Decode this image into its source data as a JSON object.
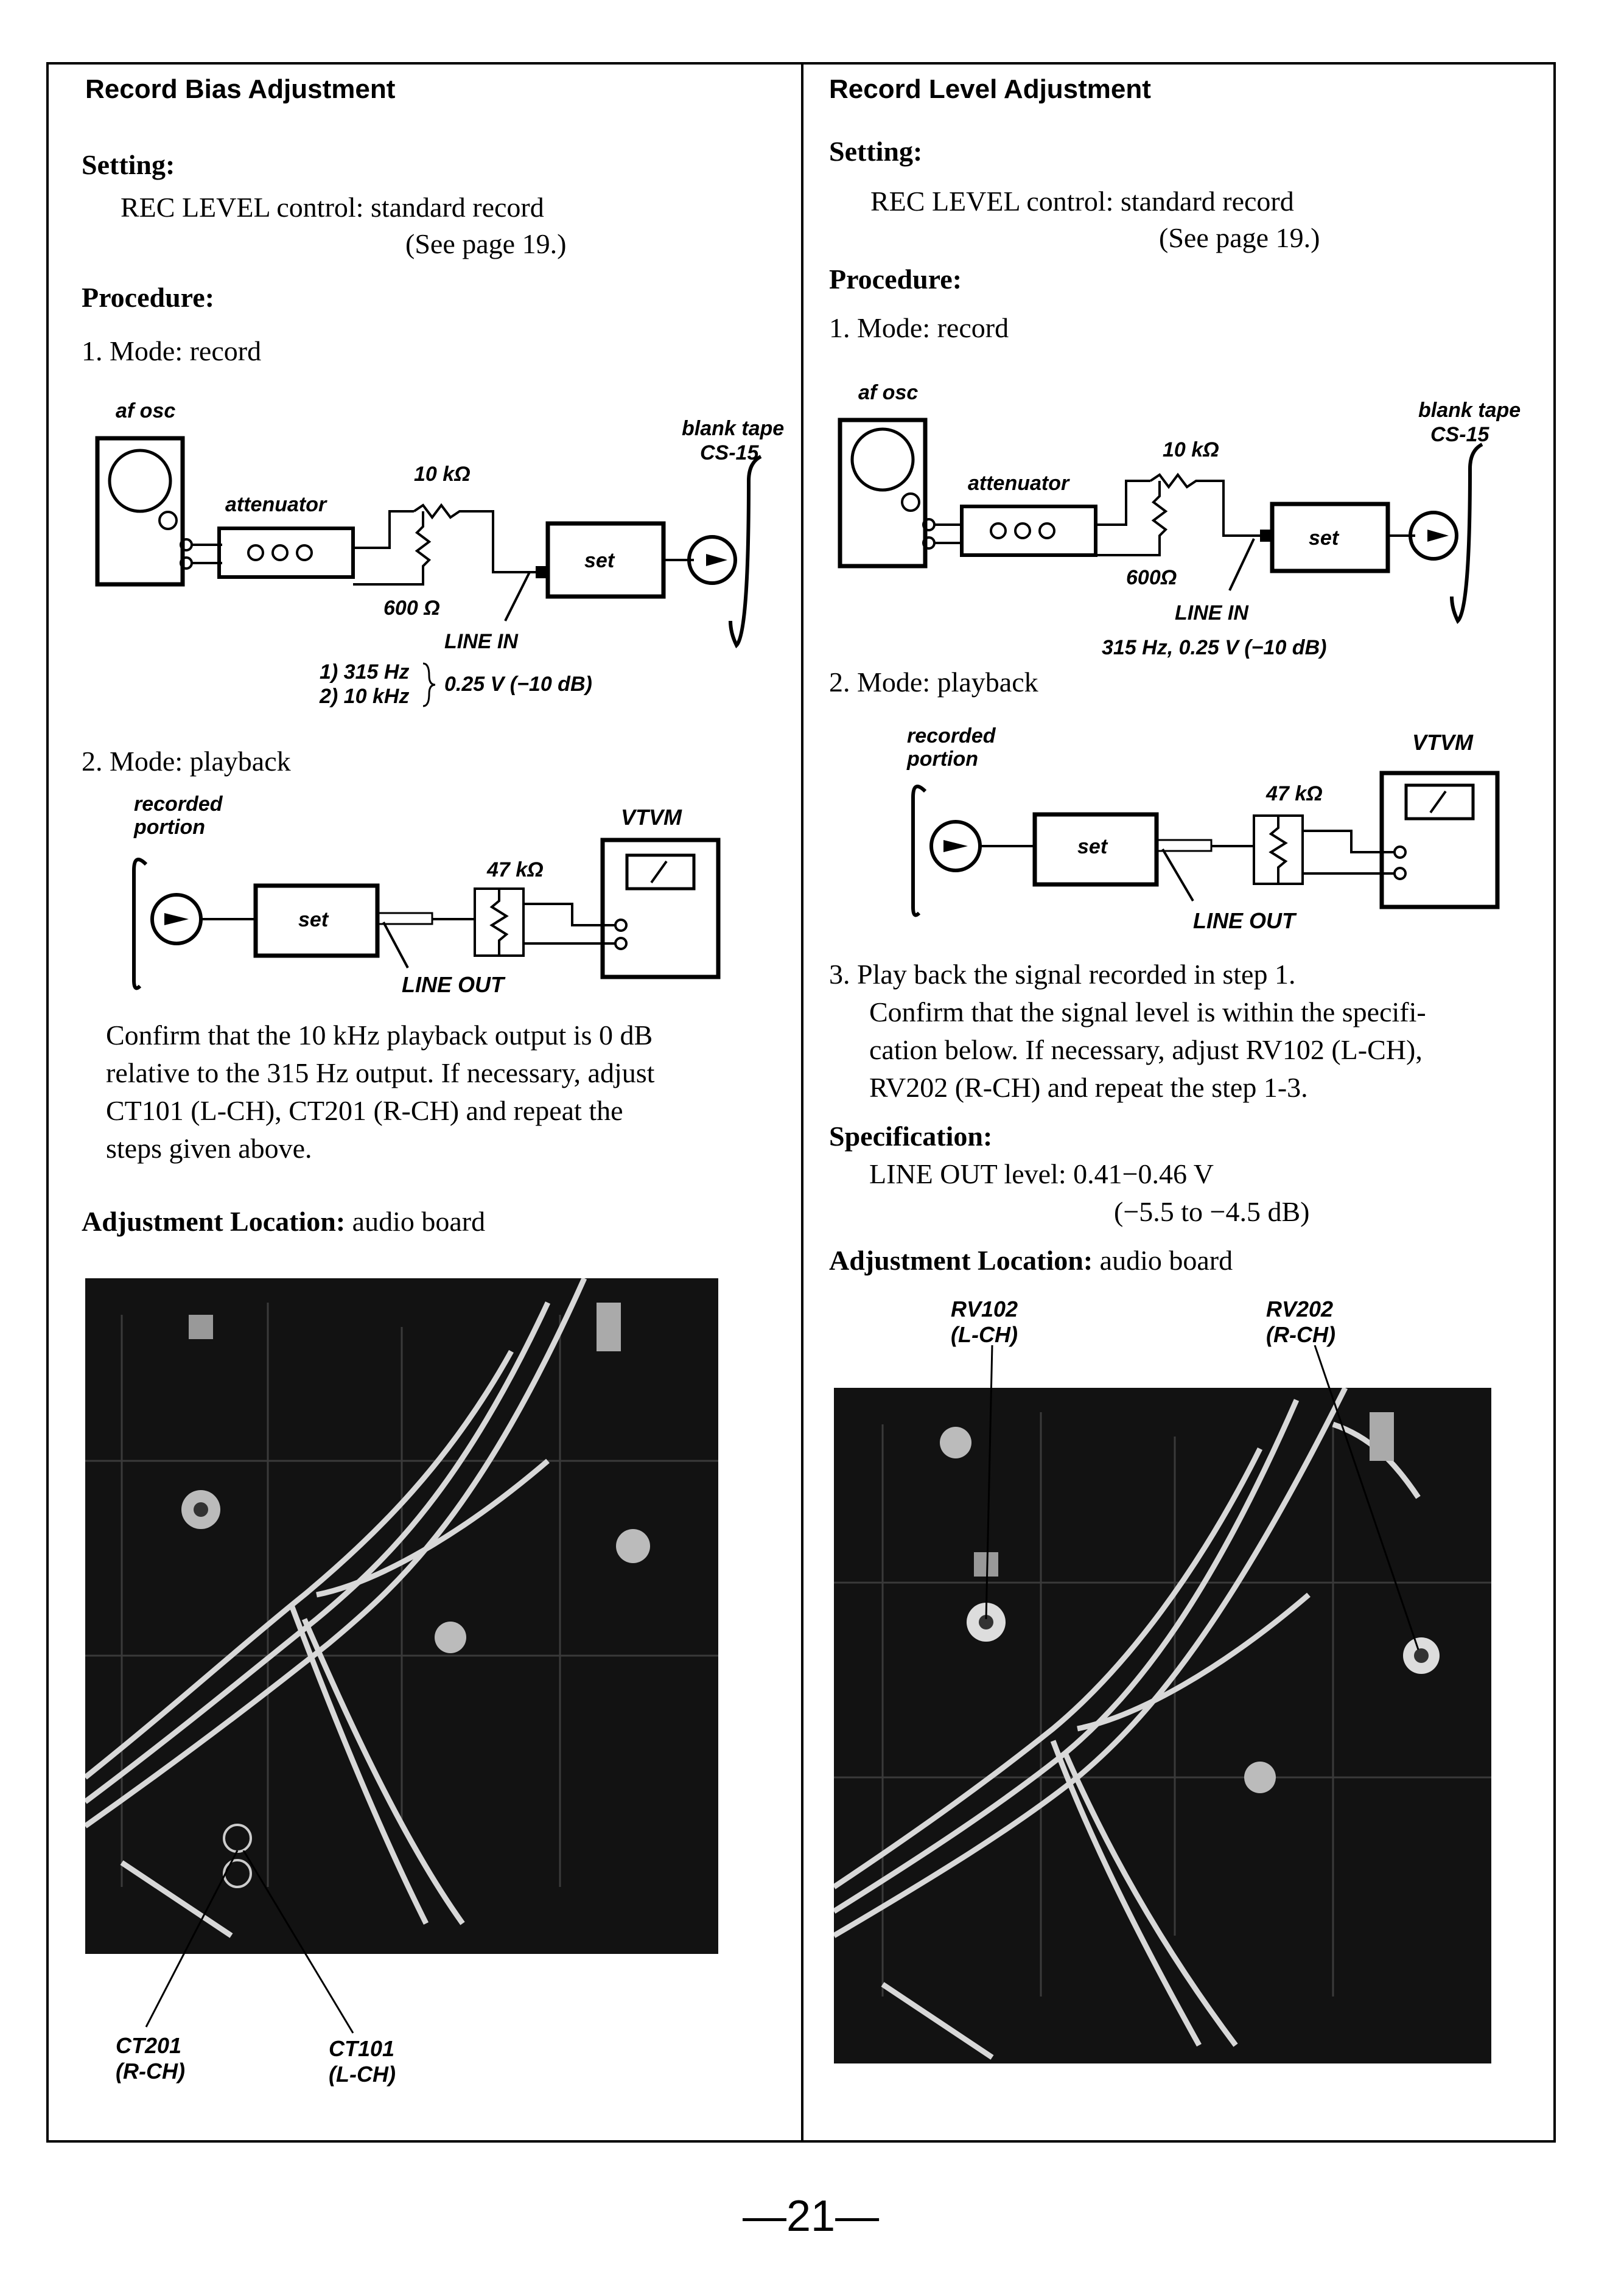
{
  "left": {
    "title": "Record Bias Adjustment",
    "setting_label": "Setting:",
    "setting_line1": "REC LEVEL control: standard record",
    "setting_line2": "(See page 19.)",
    "procedure_label": "Procedure:",
    "step1": "1. Mode: record",
    "diagram1": {
      "af_osc": "af osc",
      "attenuator": "attenuator",
      "r1": "10 kΩ",
      "r2": "600 Ω",
      "set": "set",
      "blank_tape": "blank tape",
      "cs15": "CS-15",
      "line_in": "LINE IN",
      "freq1": "1) 315 Hz",
      "freq2": "2) 10 kHz",
      "level": "0.25 V (−10 dB)"
    },
    "step2": "2. Mode: playback",
    "diagram2": {
      "recorded": "recorded",
      "portion": "portion",
      "vtvm": "VTVM",
      "r": "47 kΩ",
      "set": "set",
      "line_out": "LINE OUT"
    },
    "confirm": [
      "Confirm that the 10 kHz playback output is 0 dB",
      "relative to the 315 Hz output. If necessary, adjust",
      "CT101 (L-CH), CT201 (R-CH) and repeat the",
      "steps given above."
    ],
    "adj_label": "Adjustment Location:",
    "adj_value": "audio board",
    "ct201": "CT201",
    "ct201_ch": "(R-CH)",
    "ct101": "CT101",
    "ct101_ch": "(L-CH)"
  },
  "right": {
    "title": "Record Level Adjustment",
    "setting_label": "Setting:",
    "setting_line1": "REC LEVEL control: standard record",
    "setting_line2": "(See page 19.)",
    "procedure_label": "Procedure:",
    "step1": "1. Mode: record",
    "diagram1": {
      "af_osc": "af osc",
      "attenuator": "attenuator",
      "r1": "10 kΩ",
      "r2": "600Ω",
      "set": "set",
      "blank_tape": "blank tape",
      "cs15": "CS-15",
      "line_in": "LINE IN",
      "level": "315 Hz, 0.25 V (−10 dB)"
    },
    "step2": "2. Mode: playback",
    "diagram2": {
      "recorded": "recorded",
      "portion": "portion",
      "vtvm": "VTVM",
      "r": "47 kΩ",
      "set": "set",
      "line_out": "LINE OUT"
    },
    "step3": "3. Play back the signal recorded in step 1.",
    "step3_text": [
      "Confirm that the signal level is within the specifi-",
      "cation below. If necessary, adjust RV102 (L-CH),",
      "RV202 (R-CH) and repeat the step 1-3."
    ],
    "spec_label": "Specification:",
    "spec_line1": "LINE OUT level: 0.41−0.46 V",
    "spec_line2": "(−5.5 to −4.5 dB)",
    "adj_label": "Adjustment Location:",
    "adj_value": "audio board",
    "rv102": "RV102",
    "rv102_ch": "(L-CH)",
    "rv202": "RV202",
    "rv202_ch": "(R-CH)"
  },
  "page_number": "—21—",
  "colors": {
    "ink": "#000000",
    "paper": "#ffffff",
    "photo_bg": "#121212"
  }
}
